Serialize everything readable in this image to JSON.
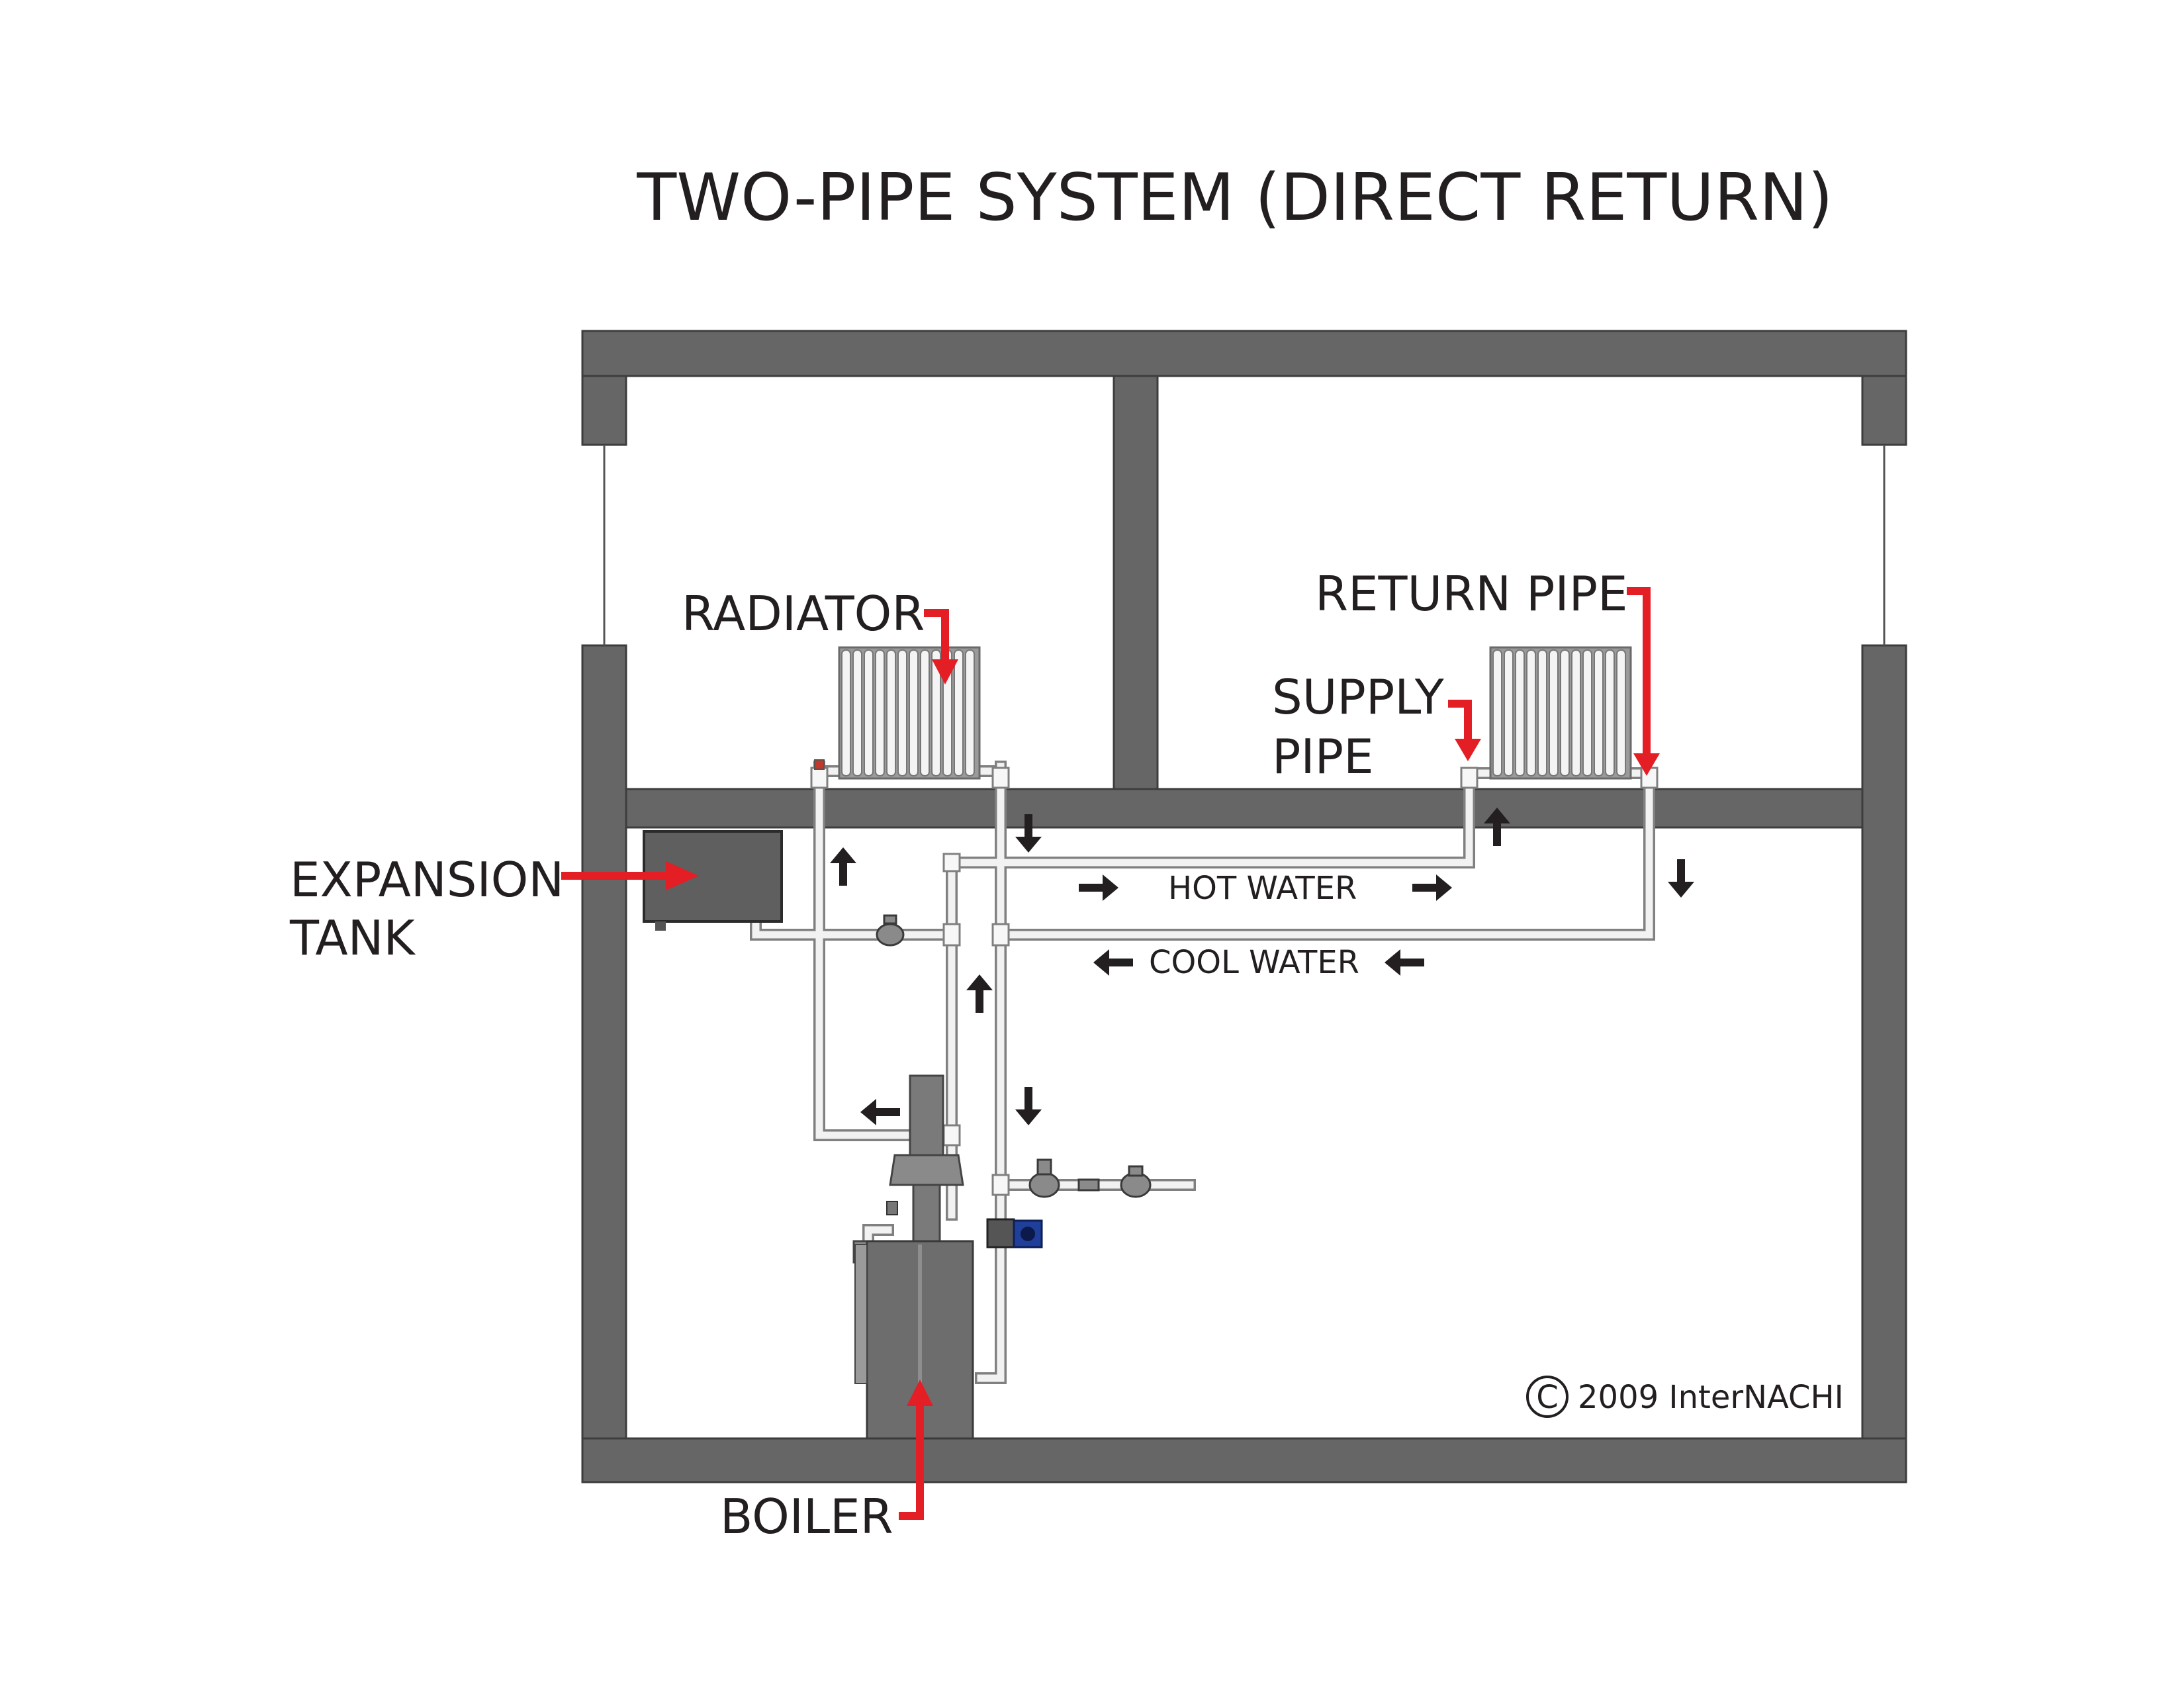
{
  "title": "TWO-PIPE SYSTEM (DIRECT RETURN)",
  "labels": {
    "radiator": "RADIATOR",
    "return_pipe": "RETURN PIPE",
    "supply_pipe_line1": "SUPPLY",
    "supply_pipe_line2": "PIPE",
    "expansion_tank_line1": "EXPANSION",
    "expansion_tank_line2": "TANK",
    "boiler": "BOILER",
    "hot_water": "HOT WATER",
    "cool_water": "COOL WATER"
  },
  "copyright": {
    "symbol": "C",
    "text": "2009  InterNACHI"
  },
  "colors": {
    "wall": "#666666",
    "wall_outline": "#3d3d3d",
    "callout_arrow": "#e31e24",
    "flow_arrow": "#231f20",
    "pipe": "#f2f2f2",
    "pipe_outline": "#808080",
    "boiler": "#6d6d6d",
    "pump": "#1f3f9a"
  }
}
